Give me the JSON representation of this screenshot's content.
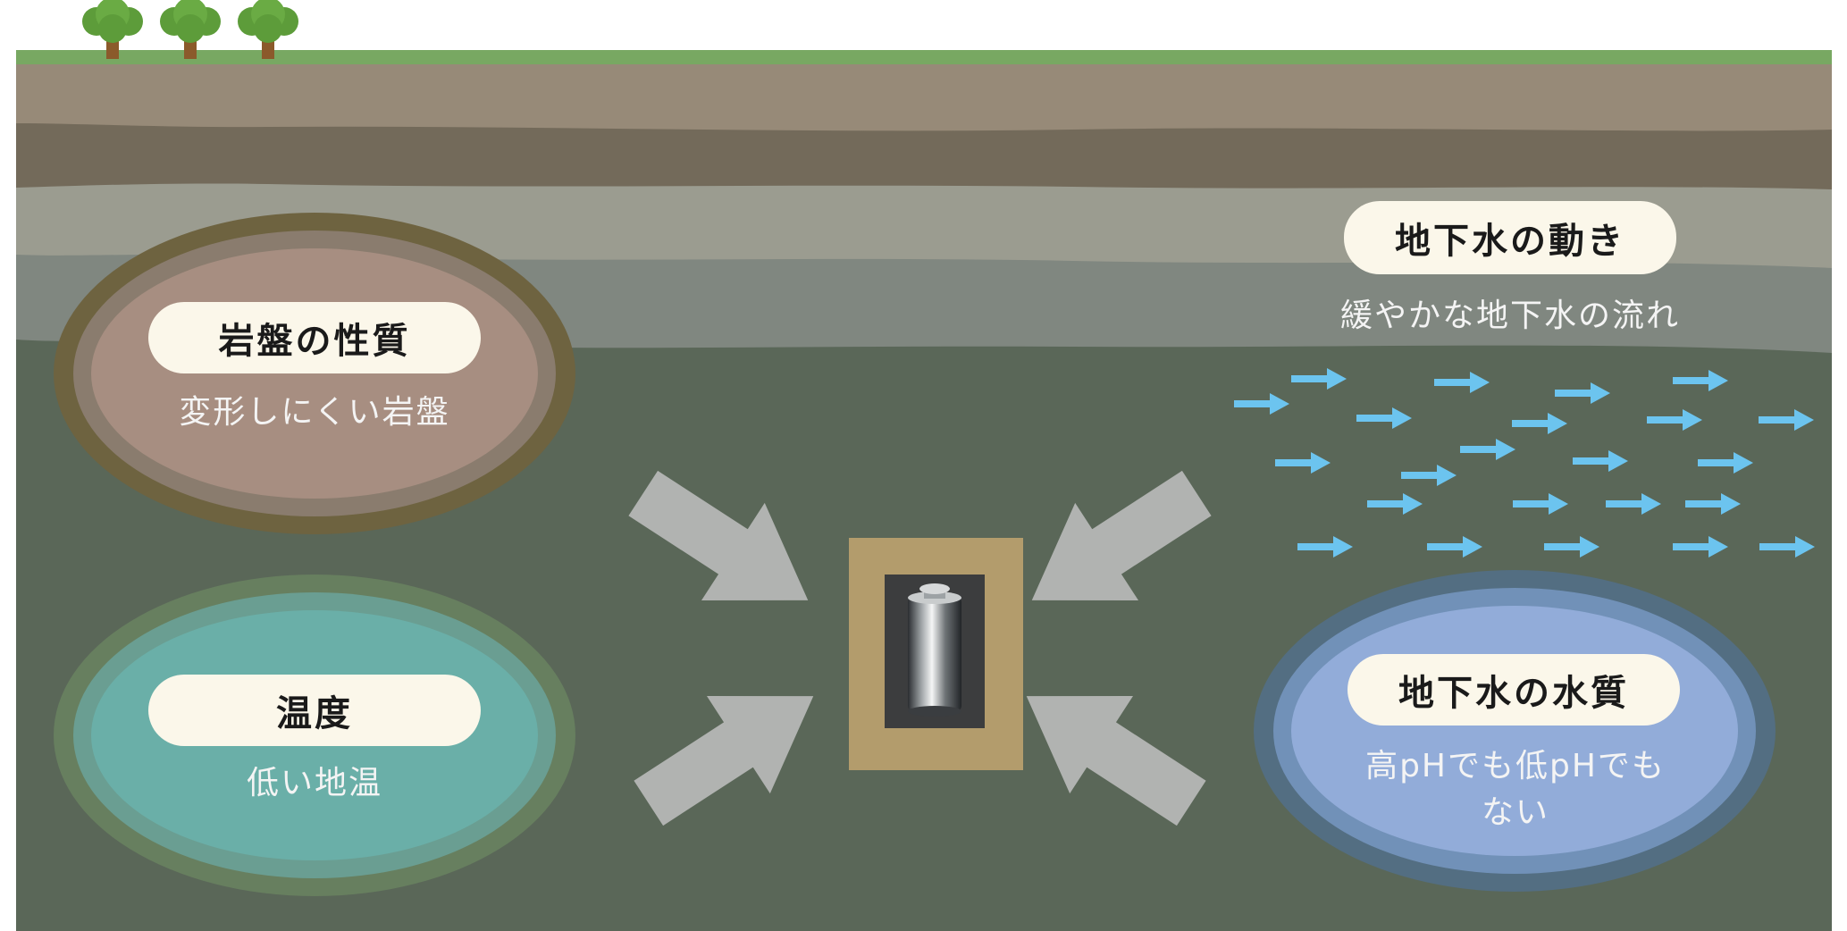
{
  "colors": {
    "grass": "#78a862",
    "soil_top": "#978a78",
    "soil_dark": "#736a5a",
    "gray_layer": "#9b9c90",
    "gray_green_layer": "#808780",
    "rock": "#5a6758",
    "arrow_gray": "#b1b3b1",
    "water_arrow": "#6cc4ef",
    "label_bg": "#fbf7ea"
  },
  "rock_property": {
    "title": "岩盤の性質",
    "description": "変形しにくい岩盤",
    "fill": "#a78e81",
    "ring": "#6e6340"
  },
  "temperature": {
    "title": "温度",
    "description": "低い地温",
    "fill": "#6aafa8",
    "ring": "#677f5f"
  },
  "groundwater_movement": {
    "title": "地下水の動き",
    "description": "緩やかな地下水の流れ"
  },
  "groundwater_quality": {
    "title": "地下水の水質",
    "description": "高pHでも低pHでもない",
    "fill": "#92acd9",
    "ring": "#536e82"
  },
  "icons": {
    "trees": "tree-icon",
    "canister": "canister-icon",
    "pressure_arrows": "arrow-icon",
    "flow_arrows": "arrow-right-icon"
  }
}
